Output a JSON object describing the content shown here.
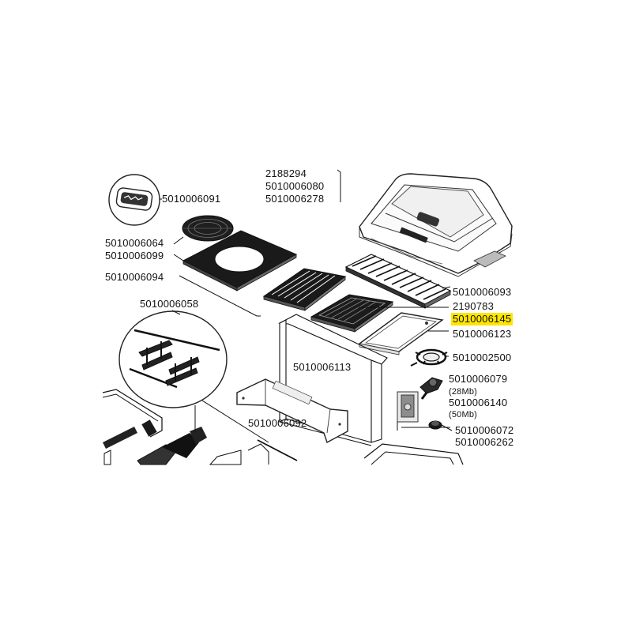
{
  "accent_highlight": "#ffe500",
  "labels": {
    "lid_1": "2188294",
    "lid_2": "5010006080",
    "lid_3": "5010006278",
    "thermometer": "5010006091",
    "round_grid_1": "5010006064",
    "round_grid_2": "5010006099",
    "grid_frame": "5010006094",
    "warming_rack": "5010006093",
    "grill_plate": "2190783",
    "griddle_highlight": "5010006145",
    "griddle_plate": "5010006123",
    "burner": "5010002500",
    "hardware_kit": "5010006058",
    "firebox": "5010006113",
    "regulator_28": "5010006079",
    "regulator_28_note": "(28Mb)",
    "regulator_50": "5010006140",
    "regulator_50_note": "(50Mb)",
    "side_frame": "5010006092",
    "knob_1": "5010006072",
    "knob_2": "5010006262"
  }
}
